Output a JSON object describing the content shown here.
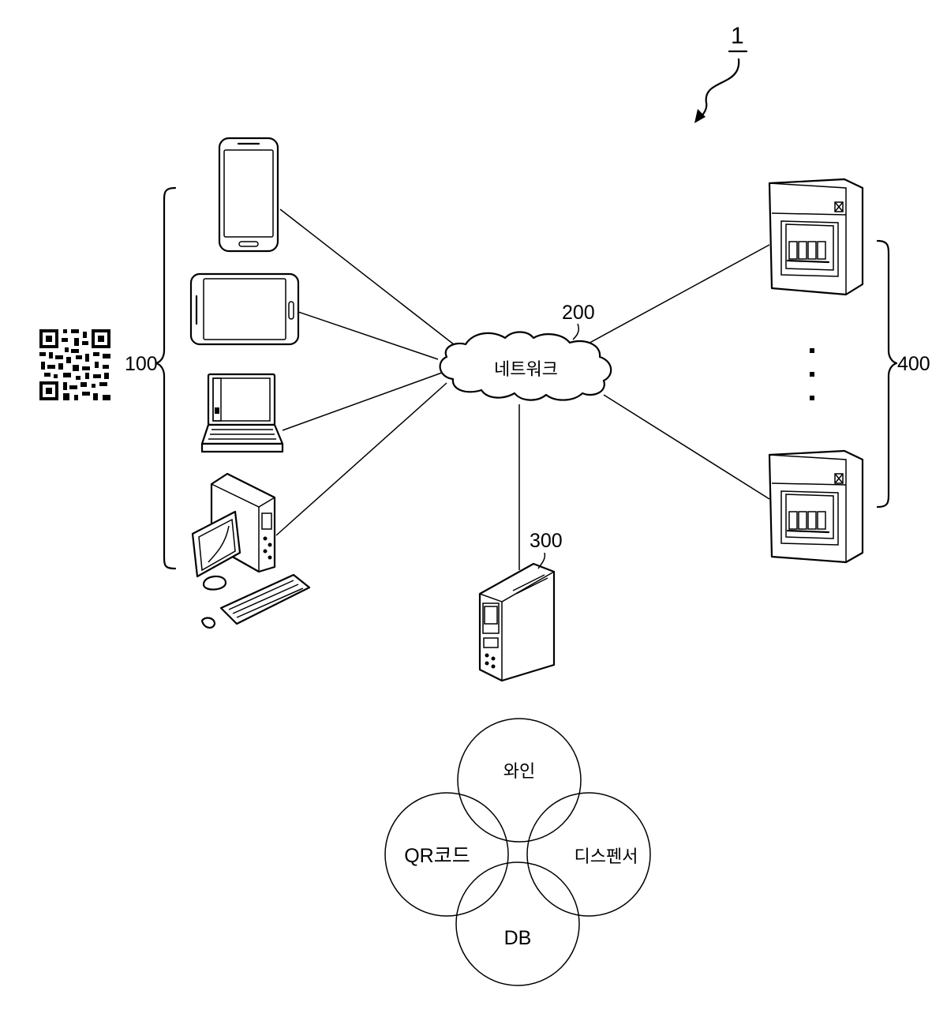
{
  "figure": {
    "system_ref": "1",
    "terminals_ref": "100",
    "network_ref": "200",
    "network_label": "네트워크",
    "server_ref": "300",
    "dispensers_ref": "400",
    "venn": {
      "top": "와인",
      "left": "QR코드",
      "right": "디스펜서",
      "bottom": "DB"
    }
  }
}
